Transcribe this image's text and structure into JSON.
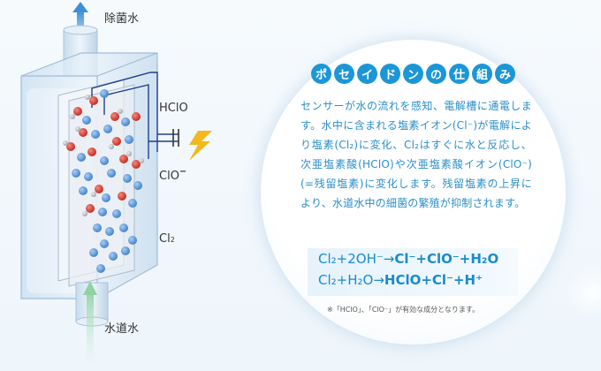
{
  "labels": {
    "top": "除菌水",
    "hclo": "HClO",
    "clo": "ClO",
    "cl2": "Cl",
    "cl2_sub": "2",
    "bottom": "水道水"
  },
  "title_chars": [
    "ポ",
    "セ",
    "イ",
    "ド",
    "ン",
    "の",
    "仕",
    "組",
    "み"
  ],
  "description": "センサーが水の流れを感知、電解槽に通電します。水中に含まれる塩素イオン(Cl⁻)が電解により塩素(Cl₂)に変化、Cl₂はすぐに水と反応し、次亜塩素酸(HClO)や次亜塩素酸イオン(ClO⁻)(=残留塩素)に変化します。残留塩素の上昇により、水道水中の細菌の繁殖が抑制されます。",
  "equations": {
    "eq1_lhs": "Cl₂+2OH⁻→",
    "eq1_rhs": "Cl⁻+ClO⁻+H₂O",
    "eq2_lhs": "Cl₂+H₂O→",
    "eq2_rhs": "HClO+Cl⁻+H⁺"
  },
  "note": "※「HClO」、「ClO⁻」が有効な成分となります。",
  "colors": {
    "accent": "#1c96d6",
    "text_blue": "#2b8fc9",
    "cl_atom": "#4f8fd6",
    "o_atom": "#d9382c",
    "h_atom": "#b8bcc2",
    "lightning": "#f2b81c"
  }
}
